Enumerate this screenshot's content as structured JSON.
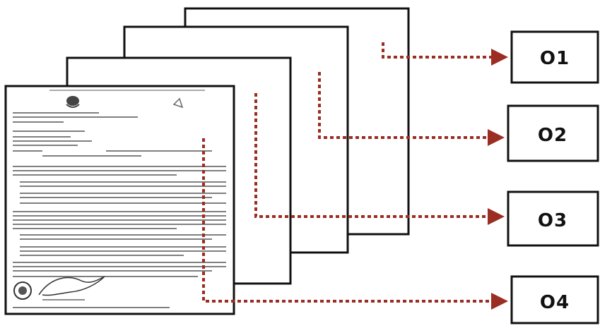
{
  "diagram": {
    "layers": [
      {
        "id": "01",
        "label": "O1"
      },
      {
        "id": "02",
        "label": "O2"
      },
      {
        "id": "03",
        "label": "O3"
      },
      {
        "id": "04",
        "label": "O4"
      }
    ],
    "colors": {
      "arrow": "#9b2d22",
      "border": "#111111",
      "paper": "#ffffff",
      "ink": "#555555"
    }
  }
}
